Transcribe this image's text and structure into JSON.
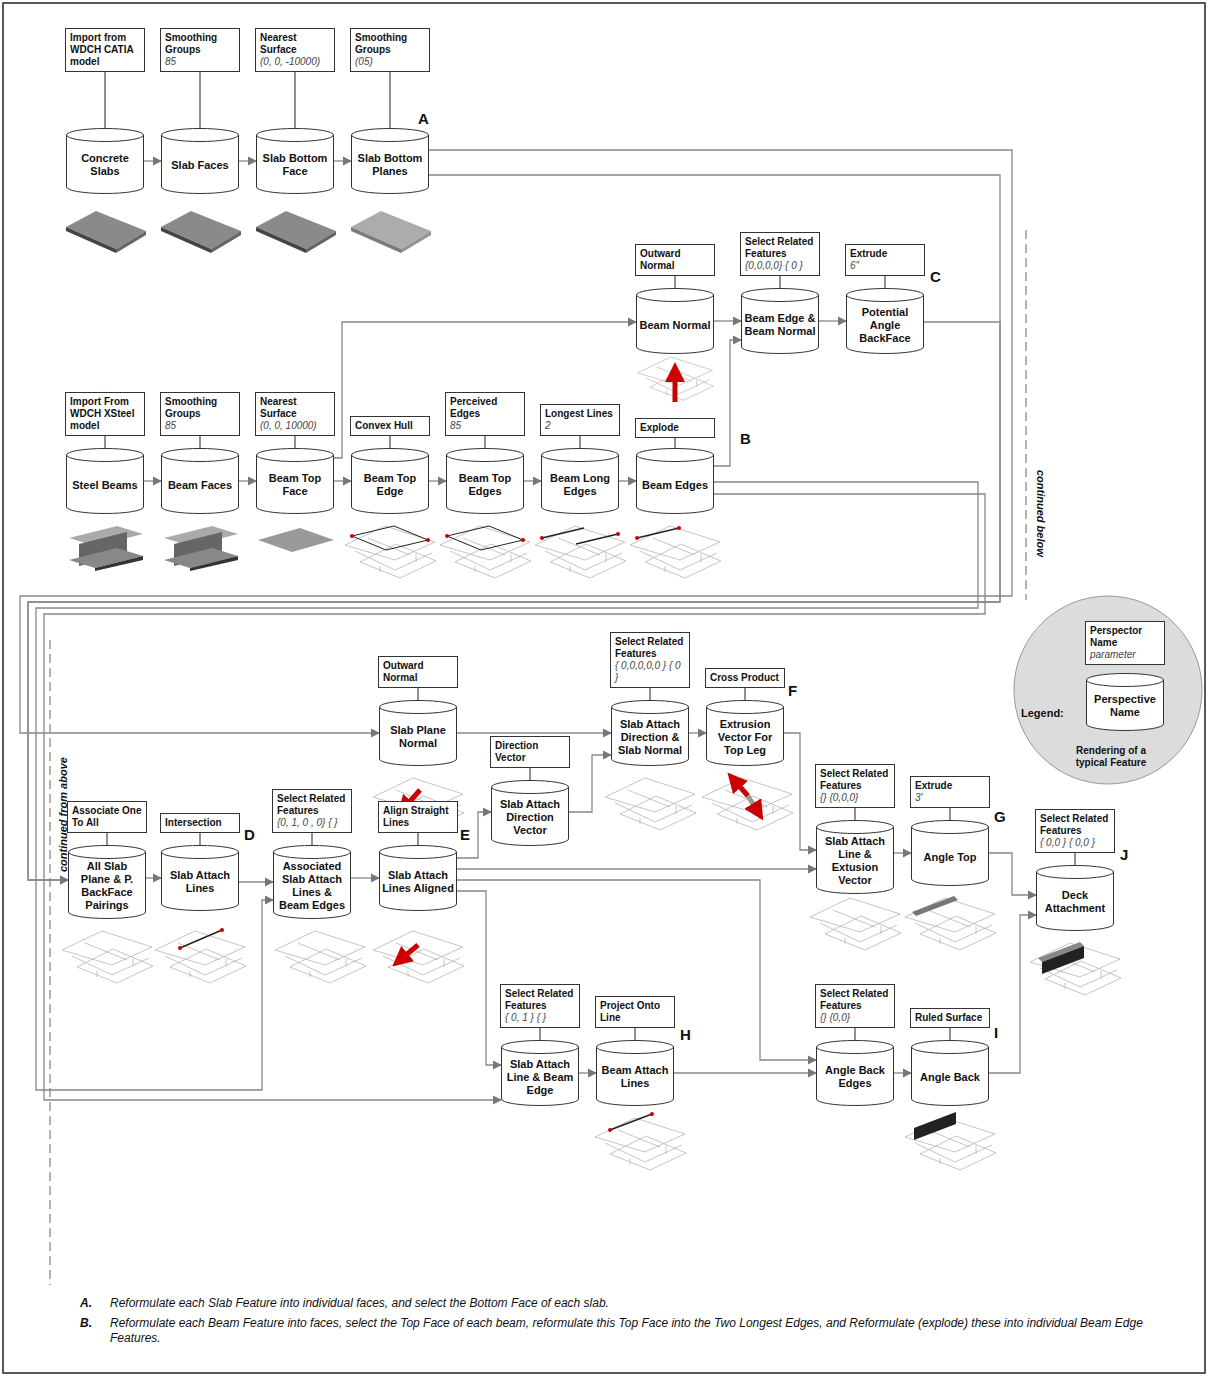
{
  "diagram": {
    "nodes": [
      {
        "text": [
          "Import from WDCH CATIA model"
        ]
      },
      {
        "text": [
          "Concrete Slabs"
        ]
      },
      {
        "text": [
          "Smoothing Groups",
          "85"
        ]
      },
      {
        "text": [
          "Slab Faces"
        ]
      },
      {
        "text": [
          "Nearest Surface",
          "(0, 0, -10000)"
        ]
      },
      {
        "text": [
          "Slab Bottom Face"
        ]
      },
      {
        "text": [
          "Smoothing Groups",
          "(05)"
        ]
      },
      {
        "text": [
          "Slab Bottom Planes"
        ]
      },
      {
        "text": [
          "Outward Normal"
        ]
      },
      {
        "text": [
          "Beam Normal"
        ]
      },
      {
        "text": [
          "Select Related Features",
          "{0,0,0,0} { 0 }"
        ]
      },
      {
        "text": [
          "Beam Edge & Beam Normal"
        ]
      },
      {
        "text": [
          "Extrude",
          "6\""
        ]
      },
      {
        "text": [
          "Potential Angle BackFace"
        ]
      },
      {
        "text": [
          "Import From WDCH XSteel model"
        ]
      },
      {
        "text": [
          "Steel Beams"
        ]
      },
      {
        "text": [
          "Smoothing Groups",
          "85"
        ]
      },
      {
        "text": [
          "Beam Faces"
        ]
      },
      {
        "text": [
          "Nearest Surface",
          "(0, 0, 10000)"
        ]
      },
      {
        "text": [
          "Beam Top Face"
        ]
      },
      {
        "text": [
          "Convex Hull"
        ]
      },
      {
        "text": [
          "Beam Top Edge"
        ]
      },
      {
        "text": [
          "Perceived Edges",
          "85"
        ]
      },
      {
        "text": [
          "Beam Top Edges"
        ]
      },
      {
        "text": [
          "Longest Lines",
          "2"
        ]
      },
      {
        "text": [
          "Beam Long Edges"
        ]
      },
      {
        "text": [
          "Explode"
        ]
      },
      {
        "text": [
          "Beam Edges"
        ]
      },
      {
        "text": [
          "Outward Normal"
        ]
      },
      {
        "text": [
          "Slab Plane Normal"
        ]
      },
      {
        "text": [
          "Select Related Features",
          "{ 0,0,0,0,0 } { 0 }"
        ]
      },
      {
        "text": [
          "Slab Attach Direction & Slab Normal"
        ]
      },
      {
        "text": [
          "Cross Product"
        ]
      },
      {
        "text": [
          "Extrusion Vector For Top Leg"
        ]
      },
      {
        "text": [
          "Associate One To All"
        ]
      },
      {
        "text": [
          "All Slab Plane & P. BackFace Pairings"
        ]
      },
      {
        "text": [
          "Intersection"
        ]
      },
      {
        "text": [
          "Slab Attach Lines"
        ]
      },
      {
        "text": [
          "Select Related Features",
          "{0, 1, 0 , 0} { }"
        ]
      },
      {
        "text": [
          "Associated Slab Attach Lines & Beam Edges"
        ]
      },
      {
        "text": [
          "Align Straight Lines"
        ]
      },
      {
        "text": [
          "Slab Attach Lines Aligned"
        ]
      },
      {
        "text": [
          "Direction Vector"
        ]
      },
      {
        "text": [
          "Slab Attach Direction Vector"
        ]
      },
      {
        "text": [
          "Select Related Features",
          "{} {0,0,0}"
        ]
      },
      {
        "text": [
          "Slab Attach Line & Extusion Vector"
        ]
      },
      {
        "text": [
          "Extrude",
          "3'"
        ]
      },
      {
        "text": [
          "Angle Top"
        ]
      },
      {
        "text": [
          "Select Related Features",
          "{ 0,0 } { 0,0 }"
        ]
      },
      {
        "text": [
          "Deck Attachment"
        ]
      },
      {
        "text": [
          "Select Related Features",
          "{ 0, 1 } { }"
        ]
      },
      {
        "text": [
          "Slab Attach Line & Beam Edge"
        ]
      },
      {
        "text": [
          "Project Onto Line"
        ]
      },
      {
        "text": [
          "Beam Attach Lines"
        ]
      },
      {
        "text": [
          "Select Related Features",
          "{} {0,0}"
        ]
      },
      {
        "text": [
          "Angle Back Edges"
        ]
      },
      {
        "text": [
          "Ruled Surface"
        ]
      },
      {
        "text": [
          "Angle Back"
        ]
      },
      {
        "text": [
          "Legend:",
          "Rendering of a typical Feature"
        ]
      },
      {
        "text": [
          "Perspector Name",
          "parameter"
        ],
        "in": 58
      },
      {
        "text": [
          "Perspective Name"
        ],
        "in": 58
      }
    ],
    "edges": [
      {
        "from": 0,
        "to": 1,
        "arrow": "none"
      },
      {
        "from": 2,
        "to": 3,
        "arrow": "none"
      },
      {
        "from": 4,
        "to": 5,
        "arrow": "none"
      },
      {
        "from": 6,
        "to": 7,
        "arrow": "none"
      },
      {
        "from": 8,
        "to": 9,
        "arrow": "none"
      },
      {
        "from": 10,
        "to": 11,
        "arrow": "none"
      },
      {
        "from": 12,
        "to": 13,
        "arrow": "none"
      },
      {
        "from": 14,
        "to": 15,
        "arrow": "none"
      },
      {
        "from": 16,
        "to": 17,
        "arrow": "none"
      },
      {
        "from": 18,
        "to": 19,
        "arrow": "none"
      },
      {
        "from": 20,
        "to": 21,
        "arrow": "none"
      },
      {
        "from": 22,
        "to": 23,
        "arrow": "none"
      },
      {
        "from": 24,
        "to": 25,
        "arrow": "none"
      },
      {
        "from": 26,
        "to": 27,
        "arrow": "none"
      },
      {
        "from": 28,
        "to": 29,
        "arrow": "none"
      },
      {
        "from": 30,
        "to": 31,
        "arrow": "none"
      },
      {
        "from": 32,
        "to": 33,
        "arrow": "none"
      },
      {
        "from": 34,
        "to": 35,
        "arrow": "none"
      },
      {
        "from": 36,
        "to": 37,
        "arrow": "none"
      },
      {
        "from": 38,
        "to": 39,
        "arrow": "none"
      },
      {
        "from": 40,
        "to": 41,
        "arrow": "none"
      },
      {
        "from": 42,
        "to": 43,
        "arrow": "none"
      },
      {
        "from": 44,
        "to": 45,
        "arrow": "none"
      },
      {
        "from": 46,
        "to": 47,
        "arrow": "none"
      },
      {
        "from": 48,
        "to": 49,
        "arrow": "none"
      },
      {
        "from": 50,
        "to": 51,
        "arrow": "none"
      },
      {
        "from": 52,
        "to": 53,
        "arrow": "none"
      },
      {
        "from": 54,
        "to": 55,
        "arrow": "none"
      },
      {
        "from": 56,
        "to": 57,
        "arrow": "none"
      },
      {
        "from": 59,
        "to": 60,
        "arrow": "none"
      },
      {
        "from": 1,
        "to": 3,
        "arrow": "to"
      },
      {
        "from": 3,
        "to": 5,
        "arrow": "to"
      },
      {
        "from": 5,
        "to": 7,
        "arrow": "to"
      },
      {
        "from": 7,
        "to": 29,
        "arrow": "to"
      },
      {
        "from": 7,
        "to": 35,
        "arrow": "to"
      },
      {
        "from": 15,
        "to": 17,
        "arrow": "to"
      },
      {
        "from": 17,
        "to": 19,
        "arrow": "to"
      },
      {
        "from": 19,
        "to": 21,
        "arrow": "to"
      },
      {
        "from": 21,
        "to": 23,
        "arrow": "to"
      },
      {
        "from": 23,
        "to": 25,
        "arrow": "to"
      },
      {
        "from": 25,
        "to": 27,
        "arrow": "to"
      },
      {
        "from": 19,
        "to": 9,
        "arrow": "to"
      },
      {
        "from": 27,
        "to": 11,
        "arrow": "to"
      },
      {
        "from": 9,
        "to": 11,
        "arrow": "to"
      },
      {
        "from": 11,
        "to": 13,
        "arrow": "to"
      },
      {
        "from": 13,
        "to": 35,
        "arrow": "to"
      },
      {
        "from": 27,
        "to": 39,
        "arrow": "to"
      },
      {
        "from": 27,
        "to": 51,
        "arrow": "to"
      },
      {
        "from": 29,
        "to": 31,
        "arrow": "to"
      },
      {
        "from": 43,
        "to": 31,
        "arrow": "to"
      },
      {
        "from": 31,
        "to": 33,
        "arrow": "to"
      },
      {
        "from": 33,
        "to": 45,
        "arrow": "to"
      },
      {
        "from": 35,
        "to": 37,
        "arrow": "to"
      },
      {
        "from": 37,
        "to": 39,
        "arrow": "to"
      },
      {
        "from": 39,
        "to": 41,
        "arrow": "to"
      },
      {
        "from": 41,
        "to": 43,
        "arrow": "to"
      },
      {
        "from": 41,
        "to": 45,
        "arrow": "to"
      },
      {
        "from": 41,
        "to": 51,
        "arrow": "to"
      },
      {
        "from": 41,
        "to": 55,
        "arrow": "to"
      },
      {
        "from": 45,
        "to": 47,
        "arrow": "to"
      },
      {
        "from": 47,
        "to": 49,
        "arrow": "to"
      },
      {
        "from": 51,
        "to": 53,
        "arrow": "to"
      },
      {
        "from": 53,
        "to": 55,
        "arrow": "to"
      },
      {
        "from": 55,
        "to": 57,
        "arrow": "to"
      },
      {
        "from": 57,
        "to": 49,
        "arrow": "to"
      }
    ],
    "labels": [
      "A",
      "B",
      "C",
      "D",
      "E",
      "F",
      "G",
      "H",
      "I",
      "J",
      "continued below",
      "continued from above",
      "A.",
      "Reformulate each Slab Feature into individual faces, and select the Bottom Face of each slab.",
      "B.",
      "Reformulate each Beam Feature into faces, select the Top Face of each beam, reformulate this Top Face into the Two Longest Edges, and Reformulate (explode) these into individual Beam Edge Features."
    ]
  }
}
